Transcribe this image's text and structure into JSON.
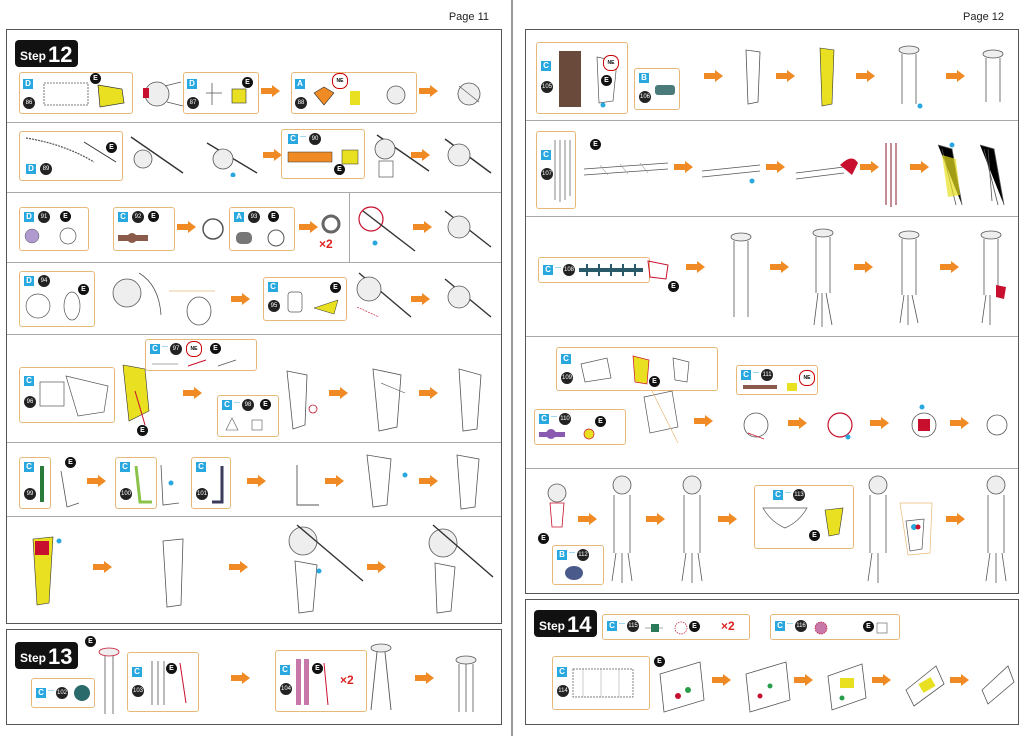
{
  "left_page": {
    "page_label": "Page 11"
  },
  "right_page": {
    "page_label": "Page 12"
  },
  "steps": {
    "s12": {
      "word": "Step",
      "number": "12"
    },
    "s13": {
      "word": "Step",
      "number": "13"
    },
    "s14": {
      "word": "Step",
      "number": "14"
    }
  },
  "markers": {
    "e": "E",
    "ne": "NE",
    "times2": "×2",
    "dash": "—"
  },
  "sheet_letters": {
    "a": "A",
    "b": "B",
    "c": "C",
    "d": "D"
  },
  "part_numbers": {
    "n86": "86",
    "n87": "87",
    "n88": "88",
    "n89": "89",
    "n90": "90",
    "n91": "91",
    "n92": "92",
    "n93": "93",
    "n94": "94",
    "n95": "95",
    "n96": "96",
    "n97": "97",
    "n98": "98",
    "n99": "99",
    "n100": "100",
    "n101": "101",
    "n102": "102",
    "n103": "103",
    "n104": "104",
    "n105": "105",
    "n106": "106",
    "n107": "107",
    "n108": "108",
    "n109": "109",
    "n110": "110",
    "n111": "111",
    "n112": "112",
    "n113": "113",
    "n114": "114",
    "n115": "115",
    "n116": "116"
  },
  "colors": {
    "arrow": "#f08a24",
    "box_border": "#e8b878",
    "sheet_tag": "#29a8e0",
    "accent_yellow": "#e8e020",
    "accent_red": "#c8102e",
    "marker_green": "#2a9d4a"
  }
}
